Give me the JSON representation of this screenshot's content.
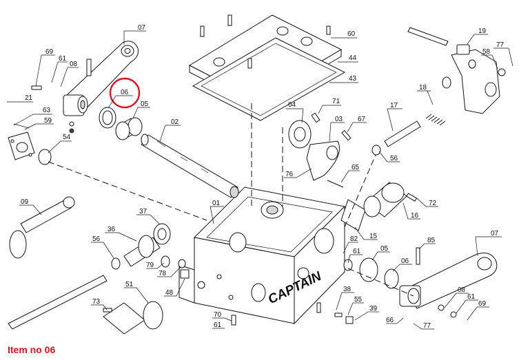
{
  "caption": "Item no 06",
  "brand": "CAPTAIN",
  "highlight": {
    "label": "06",
    "color": "#e0141e"
  },
  "labels": [
    {
      "id": "07a",
      "text": "07"
    },
    {
      "id": "69a",
      "text": "69"
    },
    {
      "id": "61a",
      "text": "61"
    },
    {
      "id": "08a",
      "text": "08"
    },
    {
      "id": "06a",
      "text": "06"
    },
    {
      "id": "05a",
      "text": "05"
    },
    {
      "id": "21",
      "text": "21"
    },
    {
      "id": "63",
      "text": "63"
    },
    {
      "id": "59",
      "text": "59"
    },
    {
      "id": "54",
      "text": "54"
    },
    {
      "id": "02",
      "text": "02"
    },
    {
      "id": "60",
      "text": "60"
    },
    {
      "id": "44",
      "text": "44"
    },
    {
      "id": "43",
      "text": "43"
    },
    {
      "id": "04",
      "text": "04"
    },
    {
      "id": "71",
      "text": "71"
    },
    {
      "id": "03",
      "text": "03"
    },
    {
      "id": "67",
      "text": "67"
    },
    {
      "id": "76",
      "text": "76"
    },
    {
      "id": "65",
      "text": "65"
    },
    {
      "id": "17",
      "text": "17"
    },
    {
      "id": "18",
      "text": "18"
    },
    {
      "id": "56a",
      "text": "56"
    },
    {
      "id": "19",
      "text": "19"
    },
    {
      "id": "58",
      "text": "58"
    },
    {
      "id": "77a",
      "text": "77"
    },
    {
      "id": "09",
      "text": "09"
    },
    {
      "id": "37",
      "text": "37"
    },
    {
      "id": "36",
      "text": "36"
    },
    {
      "id": "56b",
      "text": "56"
    },
    {
      "id": "79",
      "text": "79"
    },
    {
      "id": "78",
      "text": "78"
    },
    {
      "id": "01",
      "text": "01"
    },
    {
      "id": "15",
      "text": "15"
    },
    {
      "id": "16",
      "text": "16"
    },
    {
      "id": "72",
      "text": "72"
    },
    {
      "id": "82",
      "text": "82"
    },
    {
      "id": "61b",
      "text": "61"
    },
    {
      "id": "05b",
      "text": "05"
    },
    {
      "id": "06b",
      "text": "06"
    },
    {
      "id": "85",
      "text": "85"
    },
    {
      "id": "07b",
      "text": "07"
    },
    {
      "id": "51",
      "text": "51"
    },
    {
      "id": "48",
      "text": "48"
    },
    {
      "id": "73",
      "text": "73"
    },
    {
      "id": "70",
      "text": "70"
    },
    {
      "id": "61c",
      "text": "61"
    },
    {
      "id": "38",
      "text": "38"
    },
    {
      "id": "55",
      "text": "55"
    },
    {
      "id": "39",
      "text": "39"
    },
    {
      "id": "08b",
      "text": "08"
    },
    {
      "id": "61d",
      "text": "61"
    },
    {
      "id": "69b",
      "text": "69"
    },
    {
      "id": "66",
      "text": "66"
    },
    {
      "id": "77b",
      "text": "77"
    }
  ]
}
